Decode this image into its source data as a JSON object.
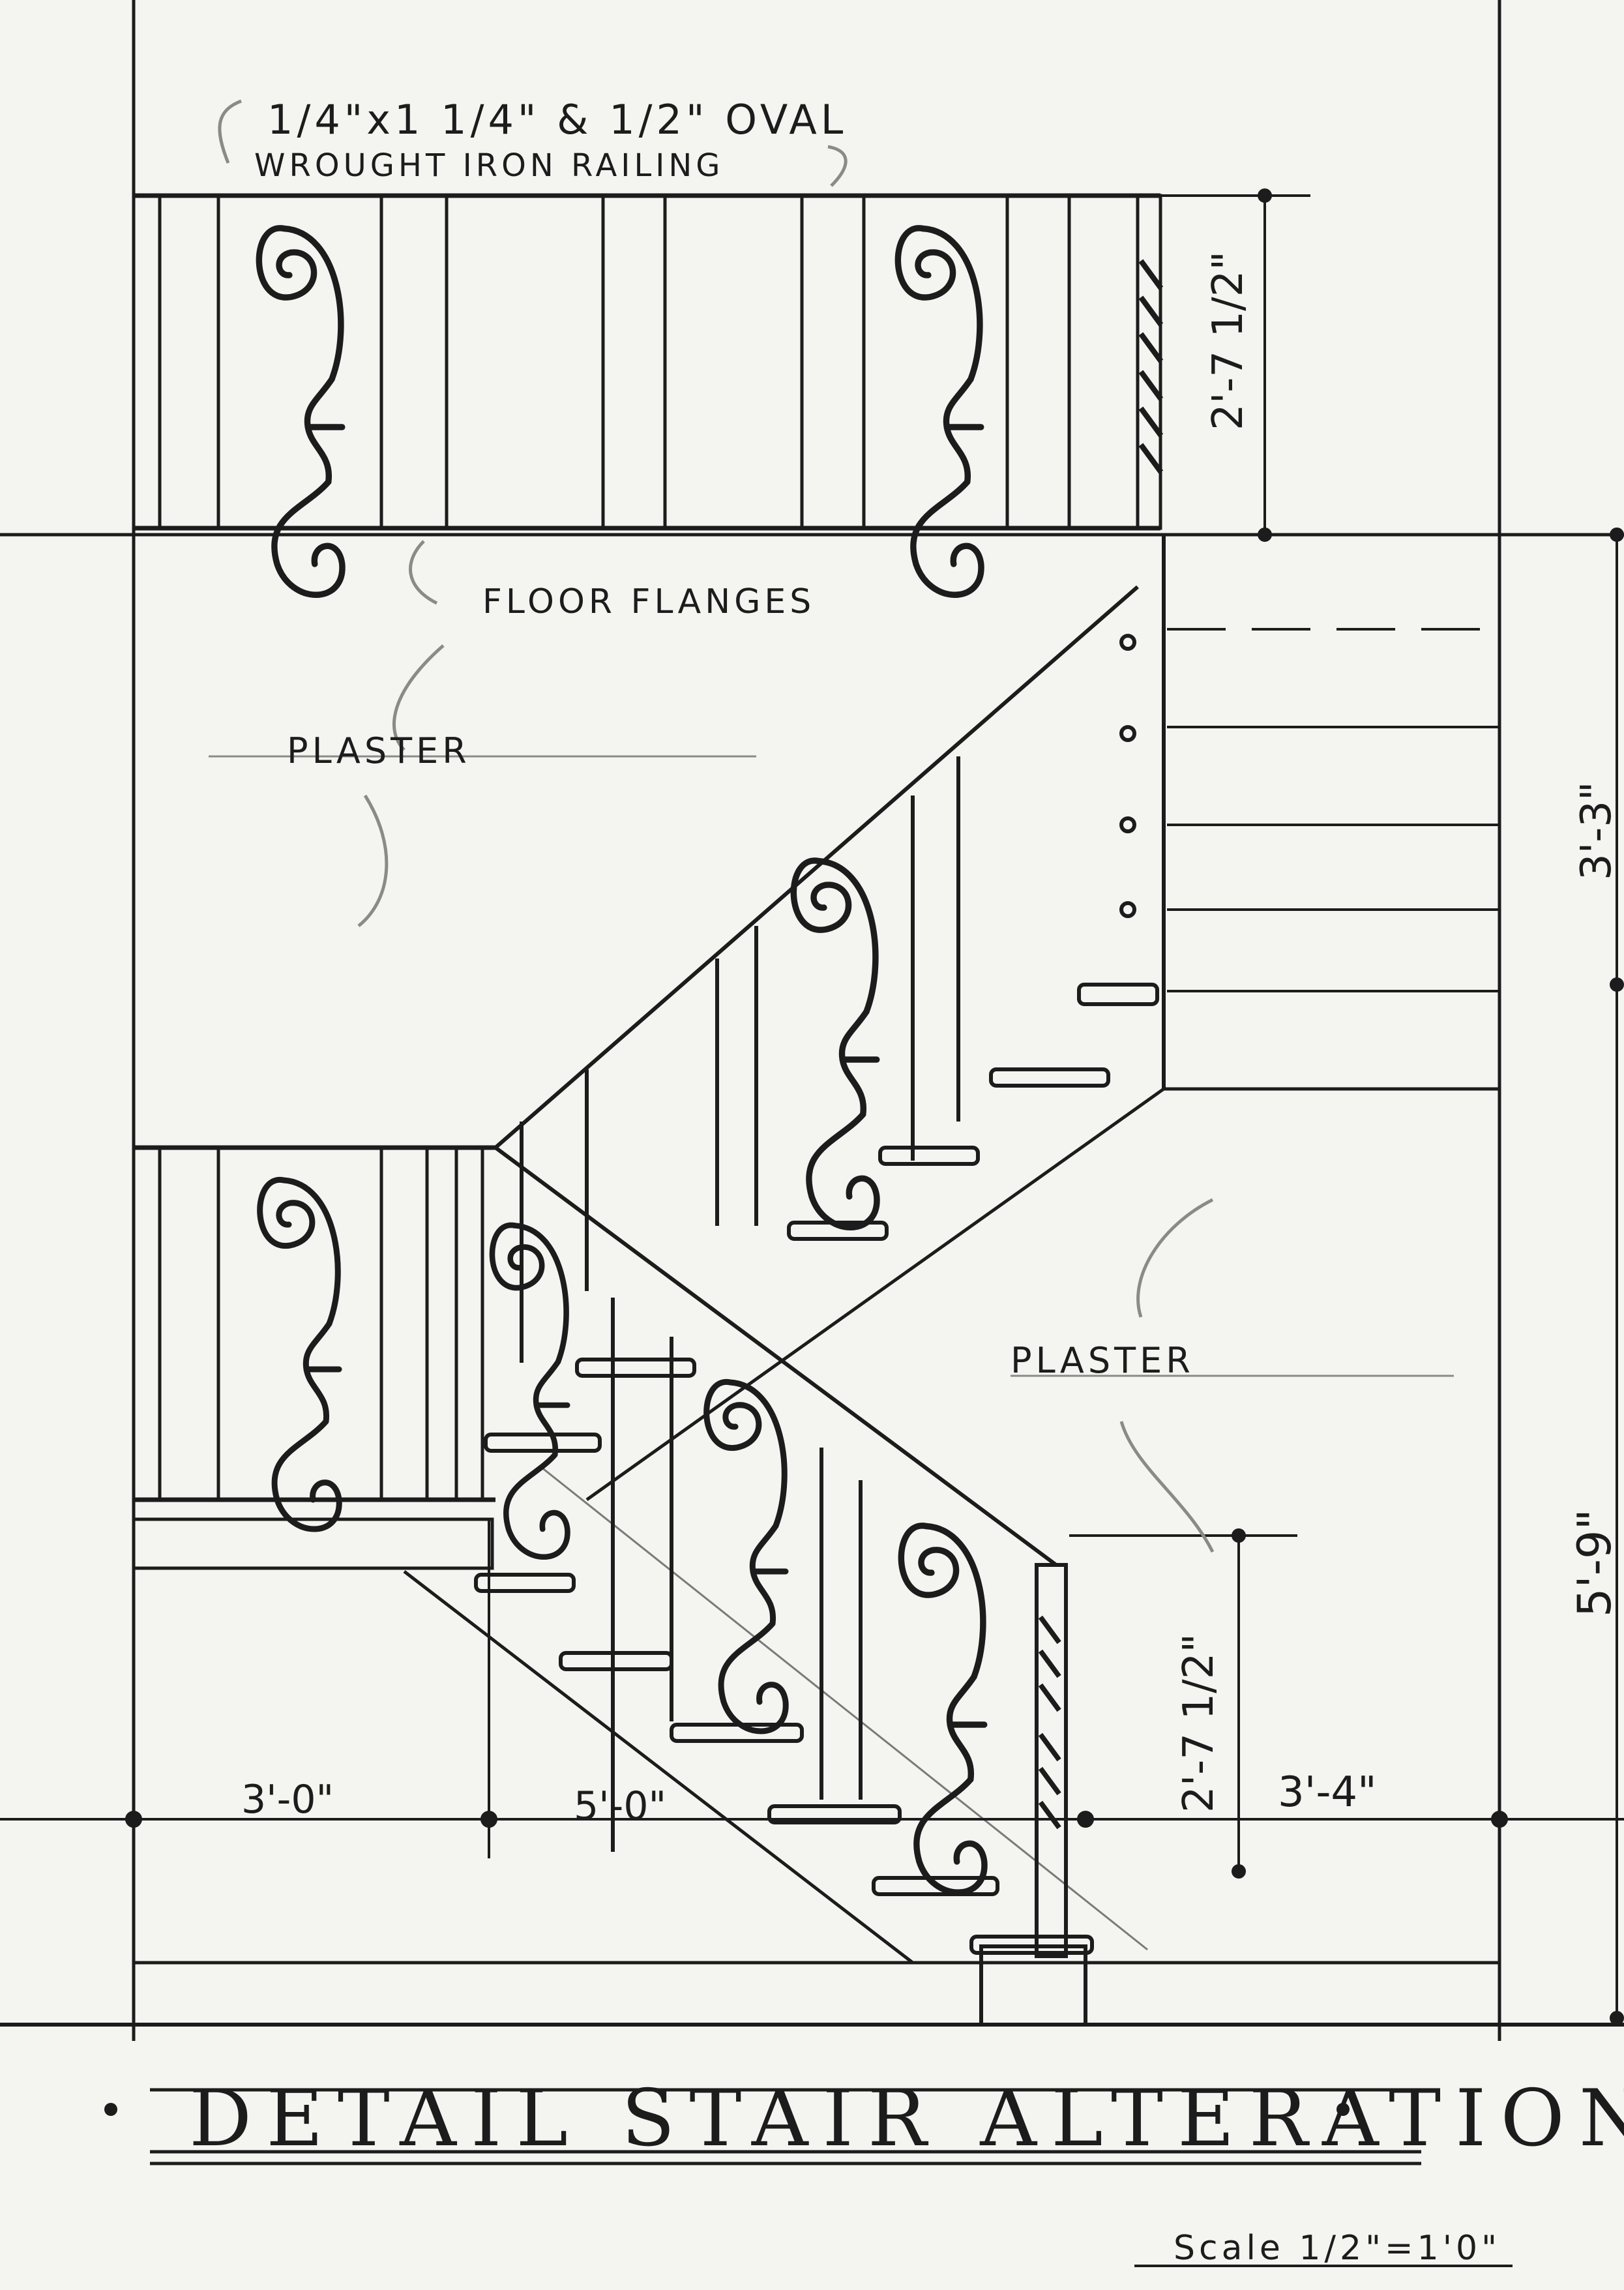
{
  "drawing": {
    "title": "DETAIL STAIR ALTERATION",
    "scale_note": "Scale 1/2\"=1'0\"",
    "railing_note_line1": "1/4\"x1 1/4\" & 1/2\" OVAL",
    "railing_note_line2": "WROUGHT IRON RAILING",
    "floor_note": "FLOOR FLANGES",
    "plaster_note_upper": "PLASTER",
    "plaster_note_lower": "PLASTER"
  },
  "dimensions": {
    "upper_rail_height": "2'-7 1/2\"",
    "lower_rail_height": "2'-7 1/2\"",
    "right_upper": "3'-3\"",
    "right_lower": "5'-9\"",
    "bottom_left": "3'-0\"",
    "bottom_mid": "5'-0\"",
    "bottom_right": "3'-4\""
  },
  "colors": {
    "paper": "#f4f4f1",
    "ink": "#1c1c1c",
    "pencil": "#8a8a88"
  }
}
